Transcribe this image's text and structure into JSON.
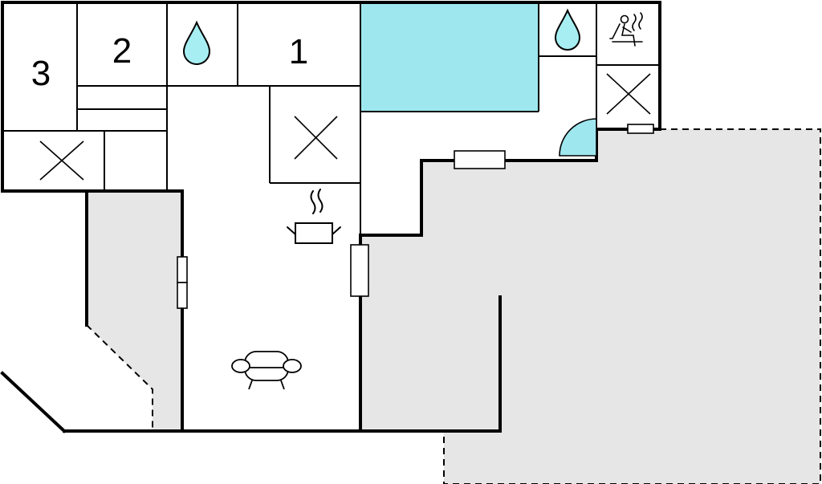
{
  "rooms": {
    "room_1": {
      "label": "1"
    },
    "room_2": {
      "label": "2"
    },
    "room_3": {
      "label": "3"
    }
  },
  "icons": {
    "bathroom_a": "water-drop-icon",
    "bathroom_b": "water-drop-icon",
    "sauna": "sauna-icon",
    "kitchen": "cooking-pot-icon",
    "living": "sofa-icon",
    "storage": "x-mark-icon"
  },
  "colors": {
    "pool": "#9fe7ef",
    "water_drop": "#a6eef2",
    "terrace": "#e6e6e6",
    "wall": "#000000"
  }
}
